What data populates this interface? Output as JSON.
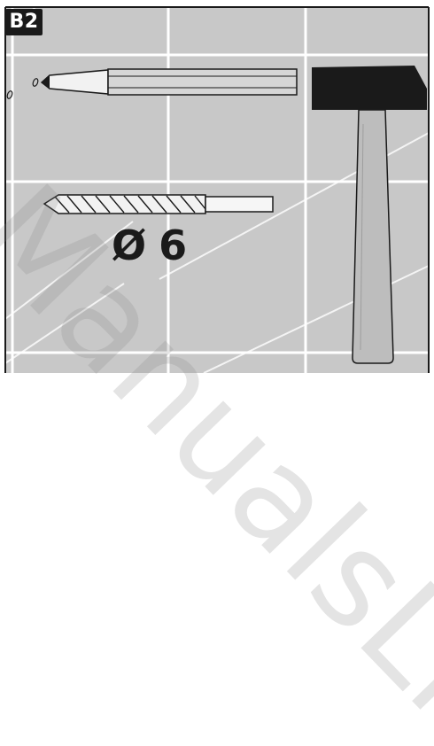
{
  "step": {
    "label": "B2"
  },
  "drill": {
    "size_symbol": "Ø",
    "size_value": "6"
  },
  "watermark": {
    "text": "ManualsLib"
  },
  "colors": {
    "background": "#ffffff",
    "tile_fill": "#c8c8c8",
    "grout": "#ffffff",
    "tool_fill": "#1a1a1a",
    "handle_fill": "#bdbdbd",
    "punch_body": "#d0d0d0",
    "bit_shank": "#f0f0f0"
  },
  "icons": [
    "center-punch-icon",
    "drill-bit-icon",
    "hammer-icon",
    "mark-point-icon"
  ]
}
